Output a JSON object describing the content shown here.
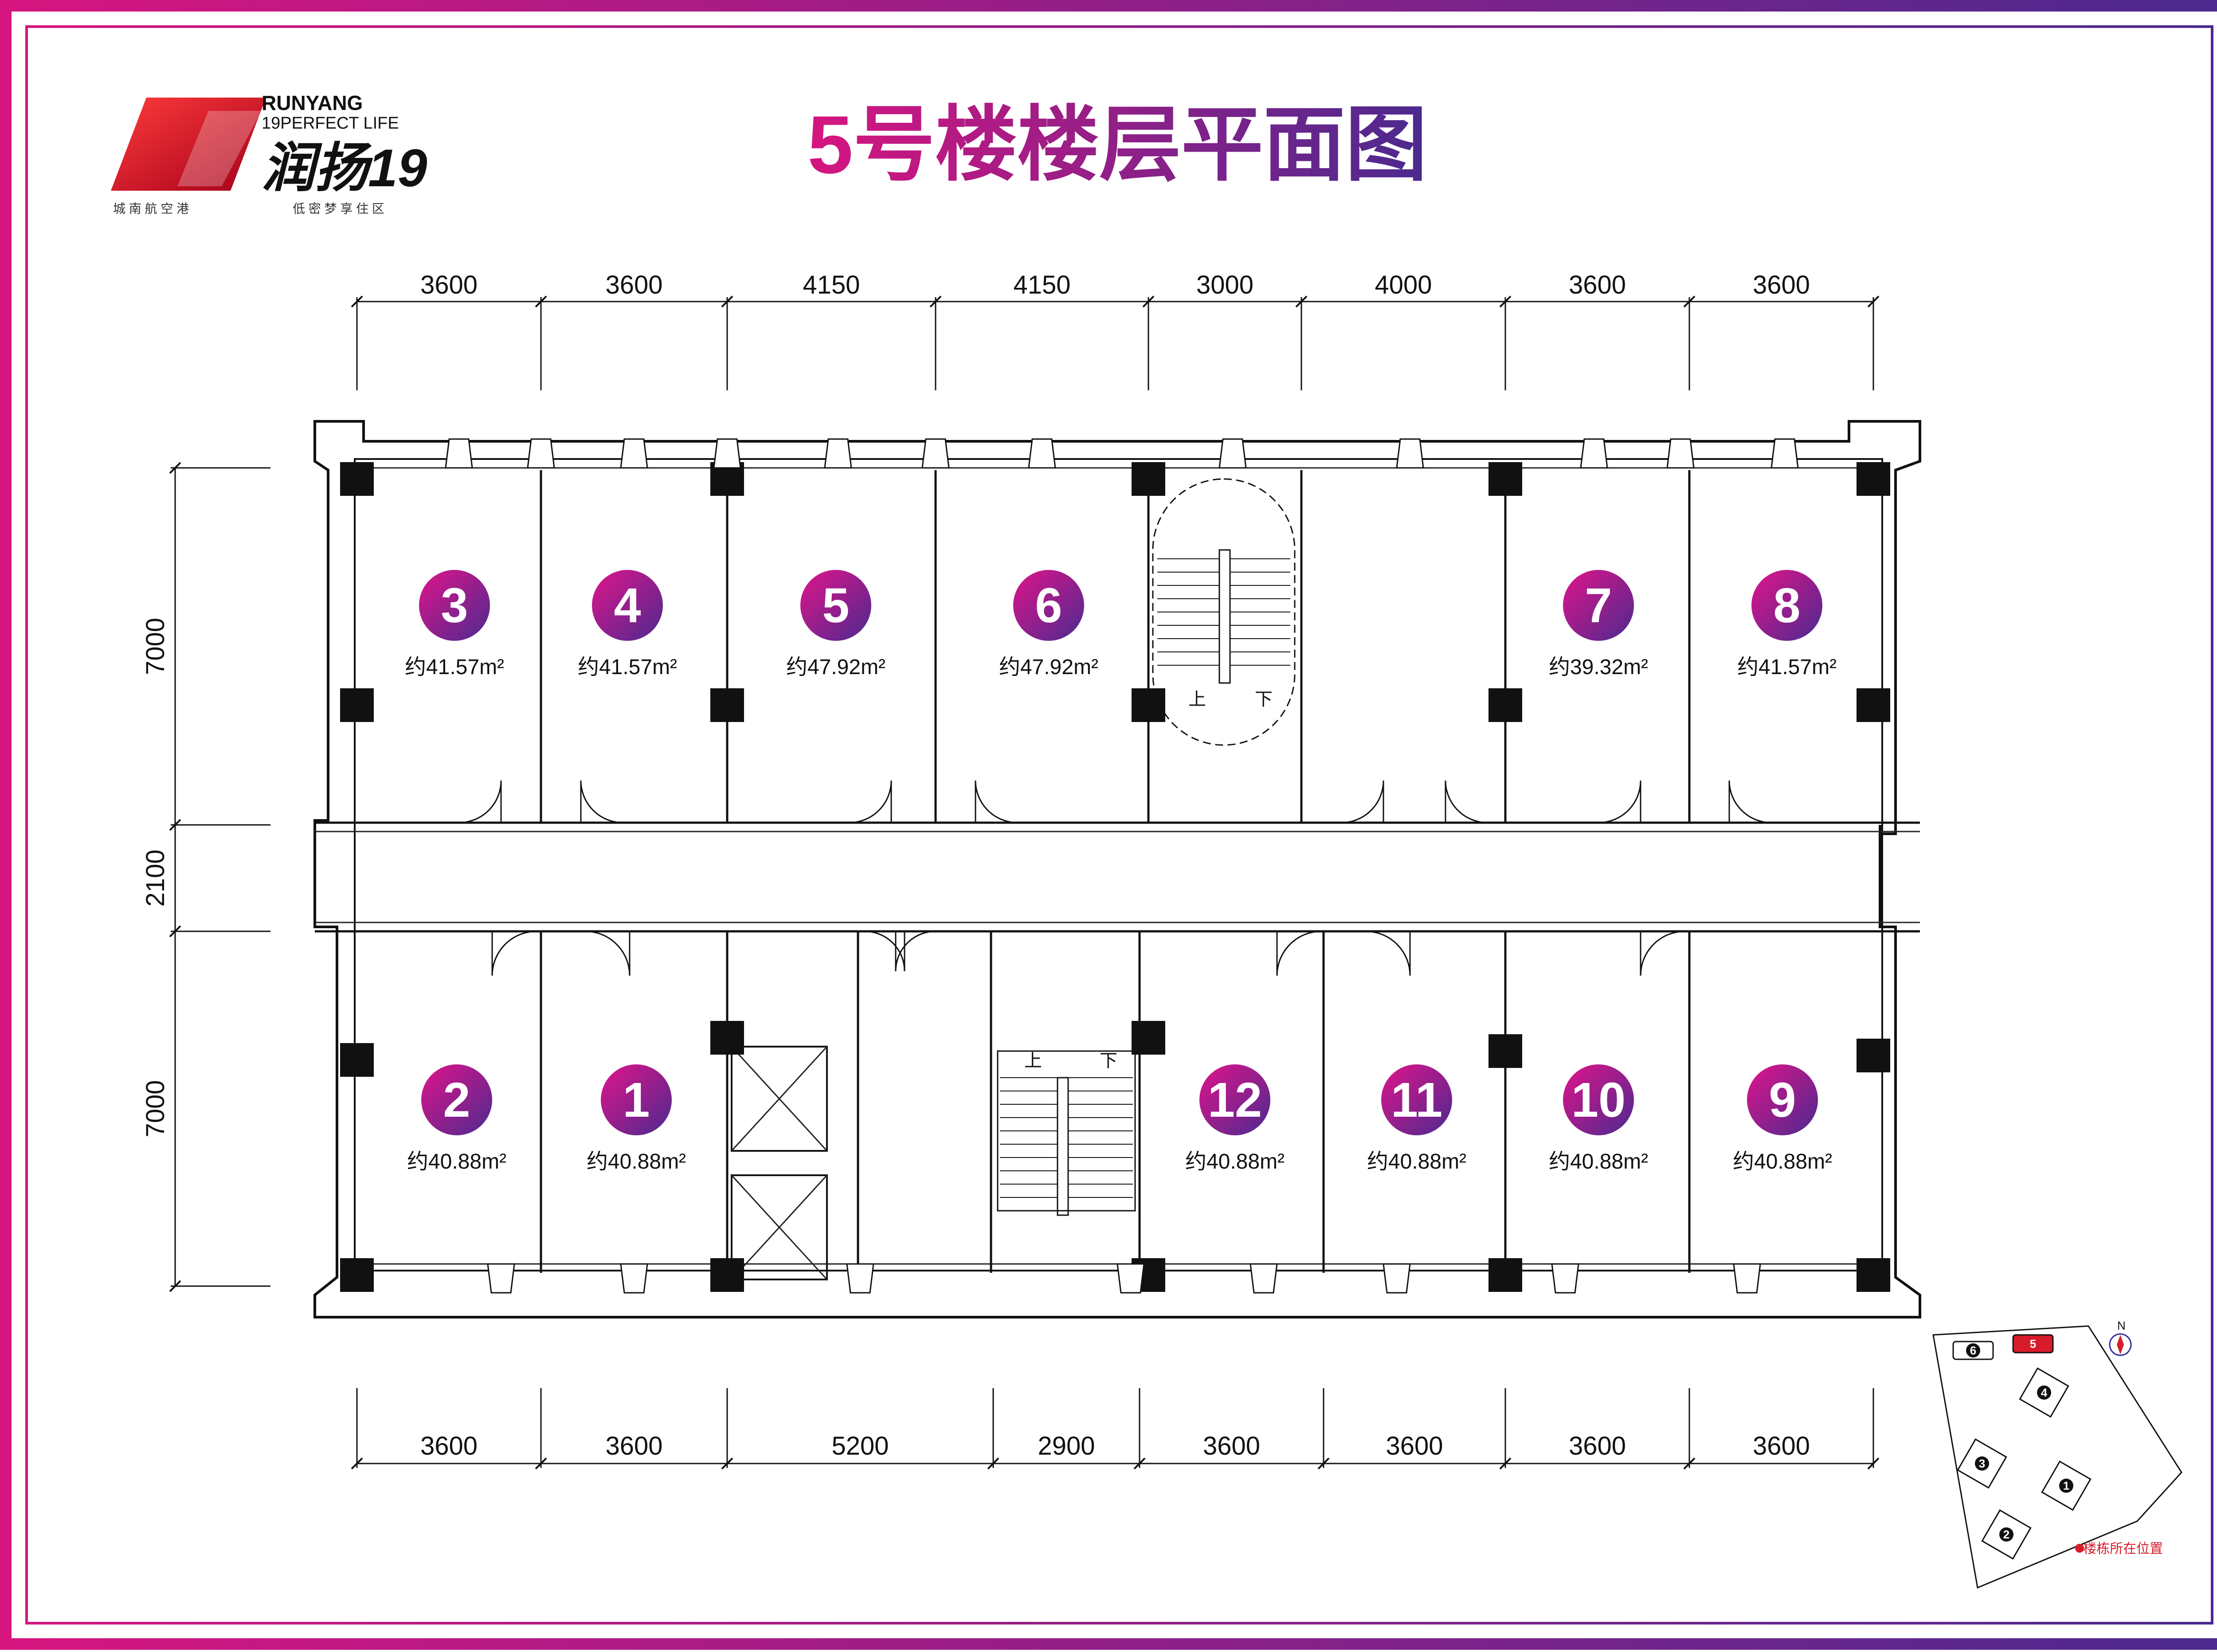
{
  "logo": {
    "brand_en": "RUNYANG",
    "tagline_en": "19PERFECT LIFE",
    "brand_cn": "润扬19",
    "slogan_left": "城 南 航 空 港",
    "slogan_right": "低 密 梦 享 住 区"
  },
  "title": "5号楼楼层平面图",
  "colors": {
    "accent_magenta": "#d6157f",
    "accent_purple": "#4b2a8f",
    "wall": "#111111"
  },
  "dimensions": {
    "top": [
      "3600",
      "3600",
      "4150",
      "4150",
      "3000",
      "4000",
      "3600",
      "3600"
    ],
    "bottom": [
      "3600",
      "3600",
      "5200",
      "2900",
      "3600",
      "3600",
      "3600",
      "3600"
    ],
    "left": [
      "7000",
      "2100",
      "7000"
    ]
  },
  "units": [
    {
      "number": "3",
      "area": "约41.57m²"
    },
    {
      "number": "4",
      "area": "约41.57m²"
    },
    {
      "number": "5",
      "area": "约47.92m²"
    },
    {
      "number": "6",
      "area": "约47.92m²"
    },
    {
      "number": "7",
      "area": "约39.32m²"
    },
    {
      "number": "8",
      "area": "约41.57m²"
    },
    {
      "number": "2",
      "area": "约40.88m²"
    },
    {
      "number": "1",
      "area": "约40.88m²"
    },
    {
      "number": "12",
      "area": "约40.88m²"
    },
    {
      "number": "11",
      "area": "约40.88m²"
    },
    {
      "number": "10",
      "area": "约40.88m²"
    },
    {
      "number": "9",
      "area": "约40.88m²"
    }
  ],
  "stairs": {
    "up": "上",
    "down": "下"
  },
  "site_map": {
    "north": "N",
    "buildings": [
      "6",
      "5",
      "4",
      "3",
      "1",
      "2"
    ],
    "legend": "●楼栋所在位置"
  }
}
